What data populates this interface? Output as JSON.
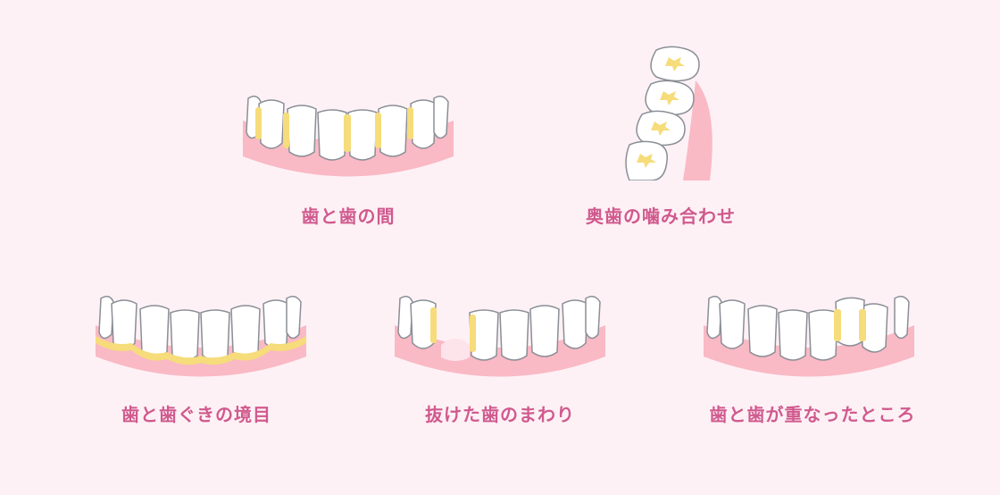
{
  "colors": {
    "background": "#fef1f5",
    "caption": "#d05a8e",
    "gum": "#f9b9c5",
    "gum_light": "#fcd2da",
    "tooth": "#ffffff",
    "tooth_outline": "#8a8f96",
    "plaque": "#f6dc7a"
  },
  "panels": [
    {
      "id": "between",
      "caption": "歯と歯の間"
    },
    {
      "id": "molars",
      "caption": "奥歯の噛み合わせ"
    },
    {
      "id": "gumline",
      "caption": "歯と歯ぐきの境目"
    },
    {
      "id": "missing",
      "caption": "抜けた歯のまわり"
    },
    {
      "id": "overlap",
      "caption": "歯と歯が重なったところ"
    }
  ]
}
